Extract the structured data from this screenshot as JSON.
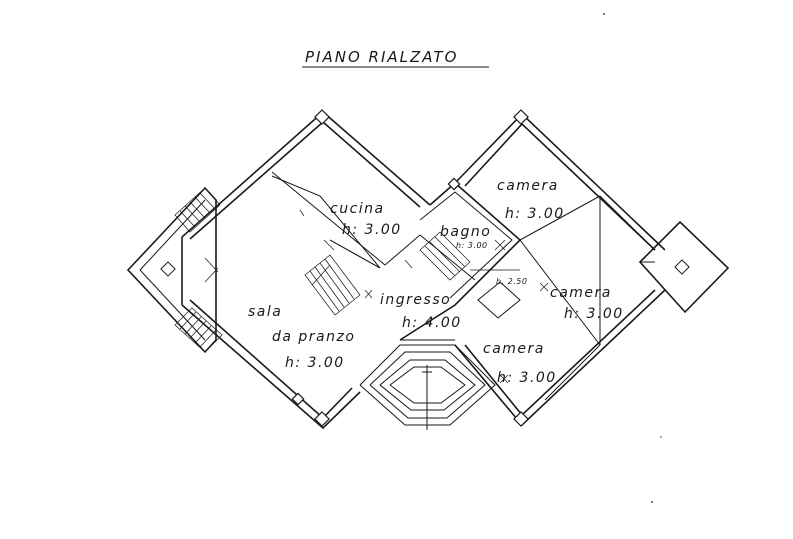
{
  "title": "PIANO RIALZATO",
  "rooms": {
    "cucina": {
      "name": "cucina",
      "height": "h: 3.00"
    },
    "bagno": {
      "name": "bagno",
      "height": "h: 3.00"
    },
    "ingresso": {
      "name": "ingresso",
      "height": "h: 4.00"
    },
    "sala": {
      "name_line1": "sala",
      "name_line2": "da pranzo",
      "height": "h: 3.00"
    },
    "camera_top": {
      "name": "camera",
      "height": "h: 3.00"
    },
    "camera_right": {
      "name": "camera",
      "height": "h: 3.00"
    },
    "camera_bottom": {
      "name": "camera",
      "height": "h: 3.00"
    },
    "disimpegno": {
      "height": "h. 2.50"
    }
  }
}
